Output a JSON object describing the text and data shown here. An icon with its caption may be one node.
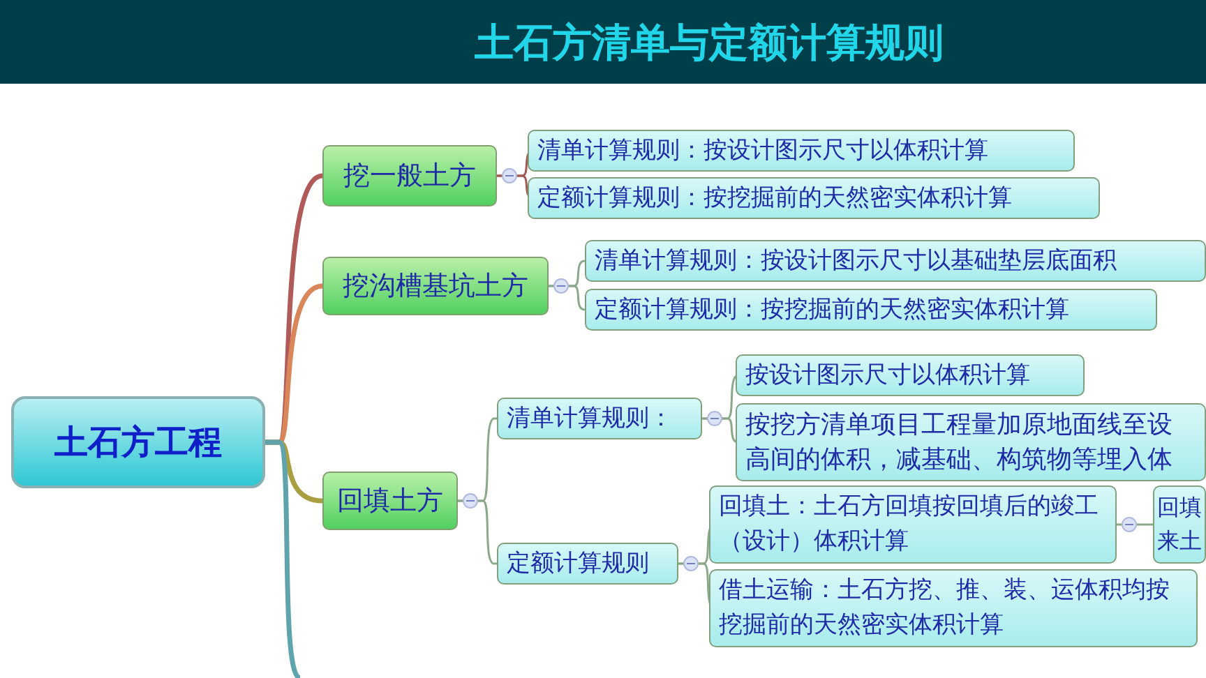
{
  "diagram": {
    "title": "土石方清单与定额计算规则",
    "nodes": [
      {
        "text": [
          "土石方工程"
        ]
      },
      {
        "text": [
          "挖一般土方"
        ]
      },
      {
        "text": [
          "清单计算规则：按设计图示尺寸以体积计算"
        ]
      },
      {
        "text": [
          "定额计算规则：按挖掘前的天然密实体积计算"
        ]
      },
      {
        "text": [
          "挖沟槽基坑土方"
        ]
      },
      {
        "text": [
          "清单计算规则：按设计图示尺寸以基础垫层底面积"
        ]
      },
      {
        "text": [
          "定额计算规则：按挖掘前的天然密实体积计算"
        ]
      },
      {
        "text": [
          "回填土方"
        ]
      },
      {
        "text": [
          "清单计算规则："
        ]
      },
      {
        "text": [
          "按设计图示尺寸以体积计算"
        ]
      },
      {
        "text": [
          "按挖方清单项目工程量加原地面线至设高间的体积，减基础、构筑物等埋入体"
        ]
      },
      {
        "text": [
          "定额计算规则"
        ]
      },
      {
        "text": [
          "回填土：土石方回填按回填后的竣工（设计）体积计算"
        ]
      },
      {
        "text": [
          "回填来土"
        ]
      },
      {
        "text": [
          "借土运输：土石方挖、推、装、运体积均按挖掘前的天然密实体积计算"
        ]
      }
    ],
    "edges": [
      {
        "from": 0,
        "to": 1,
        "arrow": "none",
        "style": "thick",
        "color": "#b05a5a"
      },
      {
        "from": 0,
        "to": 4,
        "arrow": "none",
        "style": "thick",
        "color": "#d9875a"
      },
      {
        "from": 0,
        "to": 7,
        "arrow": "none",
        "style": "thick",
        "color": "#a8a040"
      },
      {
        "from": 0,
        "to": null,
        "arrow": "none",
        "style": "thick",
        "color": "#5fa3ad"
      },
      {
        "from": 1,
        "to": 2,
        "arrow": "none",
        "color": "#a05a50"
      },
      {
        "from": 1,
        "to": 3,
        "arrow": "none",
        "color": "#a05a50"
      },
      {
        "from": 4,
        "to": 5,
        "arrow": "none"
      },
      {
        "from": 4,
        "to": 6,
        "arrow": "none"
      },
      {
        "from": 7,
        "to": 8,
        "arrow": "none"
      },
      {
        "from": 7,
        "to": 11,
        "arrow": "none"
      },
      {
        "from": 8,
        "to": 9,
        "arrow": "none"
      },
      {
        "from": 8,
        "to": 10,
        "arrow": "none"
      },
      {
        "from": 11,
        "to": 12,
        "arrow": "none"
      },
      {
        "from": 11,
        "to": 14,
        "arrow": "none"
      },
      {
        "from": 12,
        "to": 13,
        "arrow": "none"
      }
    ]
  }
}
